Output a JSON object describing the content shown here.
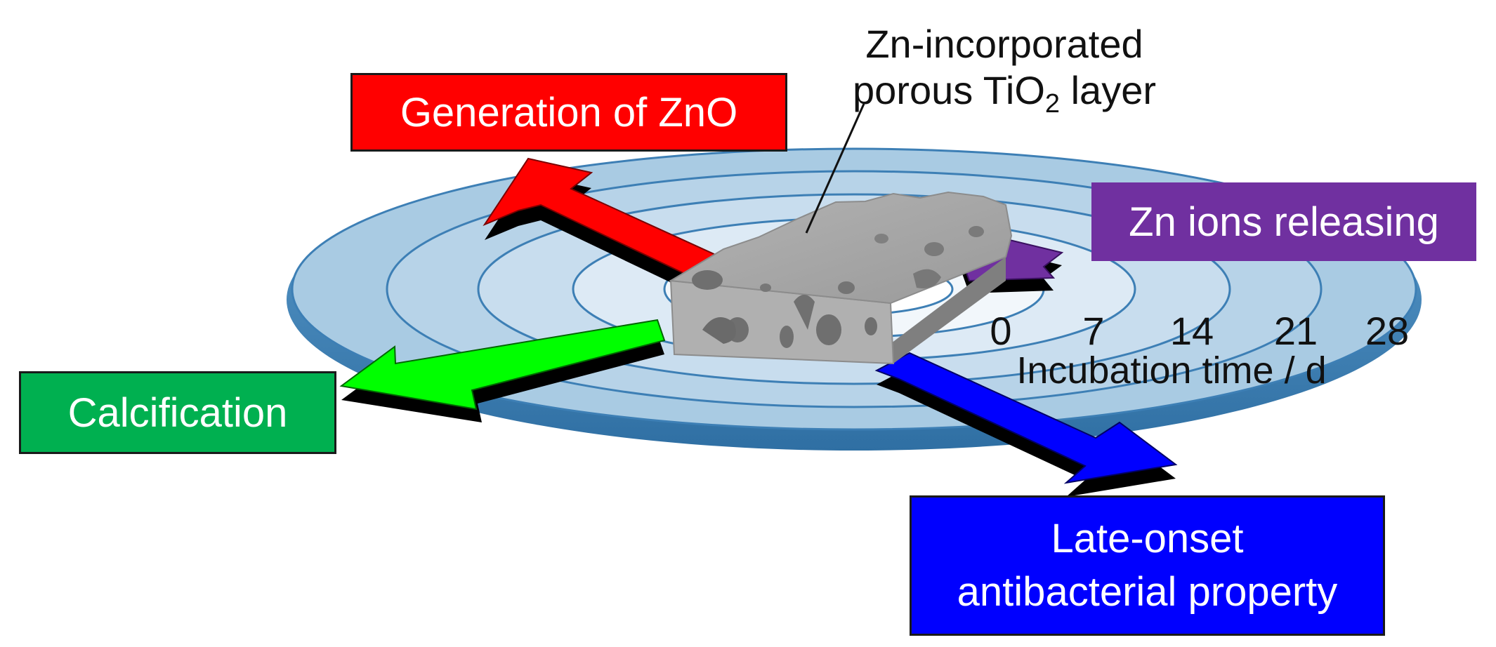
{
  "labels": {
    "generation": "Generation of ZnO",
    "zn_release": "Zn ions releasing",
    "calcification": "Calcification",
    "late_line1": "Late-onset",
    "late_line2": "antibacterial property",
    "layer_line1": "Zn-incorporated",
    "layer_line2_a": "porous TiO",
    "layer_line2_sub": "2",
    "layer_line2_b": " layer"
  },
  "axis": {
    "title": "Incubation time / d",
    "ticks": [
      "0",
      "7",
      "14",
      "21",
      "28"
    ]
  },
  "colors": {
    "generation": "#ff0000",
    "zn_release": "#7030a0",
    "calcification": "#00b050",
    "late_onset": "#0000ff",
    "disc_outer": "#9fc3de",
    "disc_ring": "#3d7fb5",
    "block": "#a6a6a6"
  }
}
